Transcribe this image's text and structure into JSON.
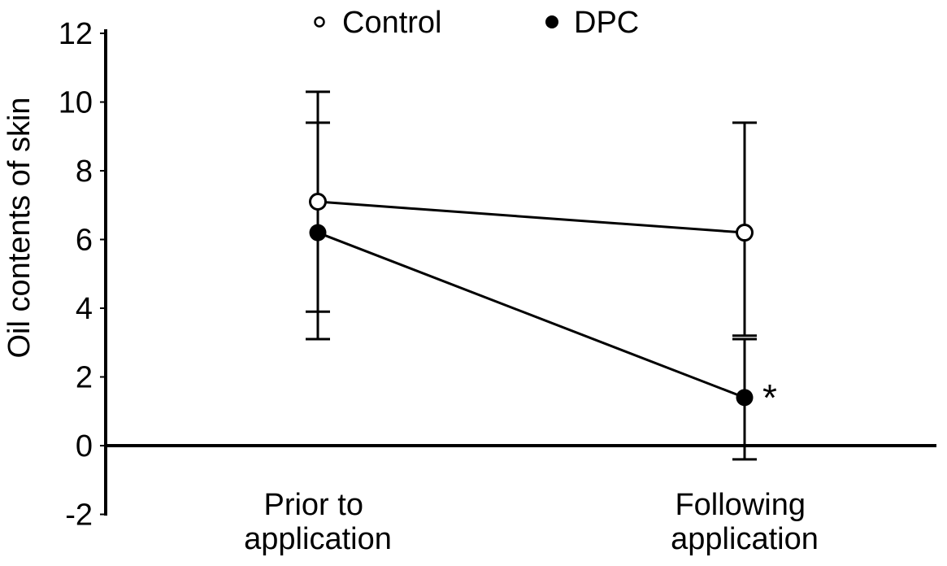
{
  "figure": {
    "background_color": "#ffffff",
    "ink_color": "#000000"
  },
  "chart_data": {
    "type": "line",
    "title": "",
    "xlabel": "",
    "ylabel": "Oil contents of skin",
    "ylim": [
      -2,
      12
    ],
    "yticks": [
      12,
      10,
      8,
      6,
      4,
      2,
      0,
      -2
    ],
    "grid": false,
    "categories": [
      [
        "Prior to",
        "application"
      ],
      [
        "Following",
        "application"
      ]
    ],
    "legend": {
      "position": "top",
      "items": [
        {
          "label": "Control",
          "marker": "open-circle"
        },
        {
          "label": "DPC",
          "marker": "filled-circle"
        }
      ]
    },
    "series": [
      {
        "name": "Control",
        "marker": "open-circle",
        "color": "#000000",
        "values": [
          7.1,
          6.2
        ],
        "error_upper_cap": [
          10.3,
          9.4
        ],
        "error_lower_cap": [
          3.9,
          3.2
        ]
      },
      {
        "name": "DPC",
        "marker": "filled-circle",
        "color": "#000000",
        "values": [
          6.2,
          1.4
        ],
        "error_upper_cap": [
          9.4,
          3.1
        ],
        "error_lower_cap": [
          3.1,
          -0.4
        ]
      }
    ],
    "annotations": [
      {
        "text": "*",
        "series": "DPC",
        "category_index": 1,
        "position": "right-of-point"
      }
    ]
  }
}
